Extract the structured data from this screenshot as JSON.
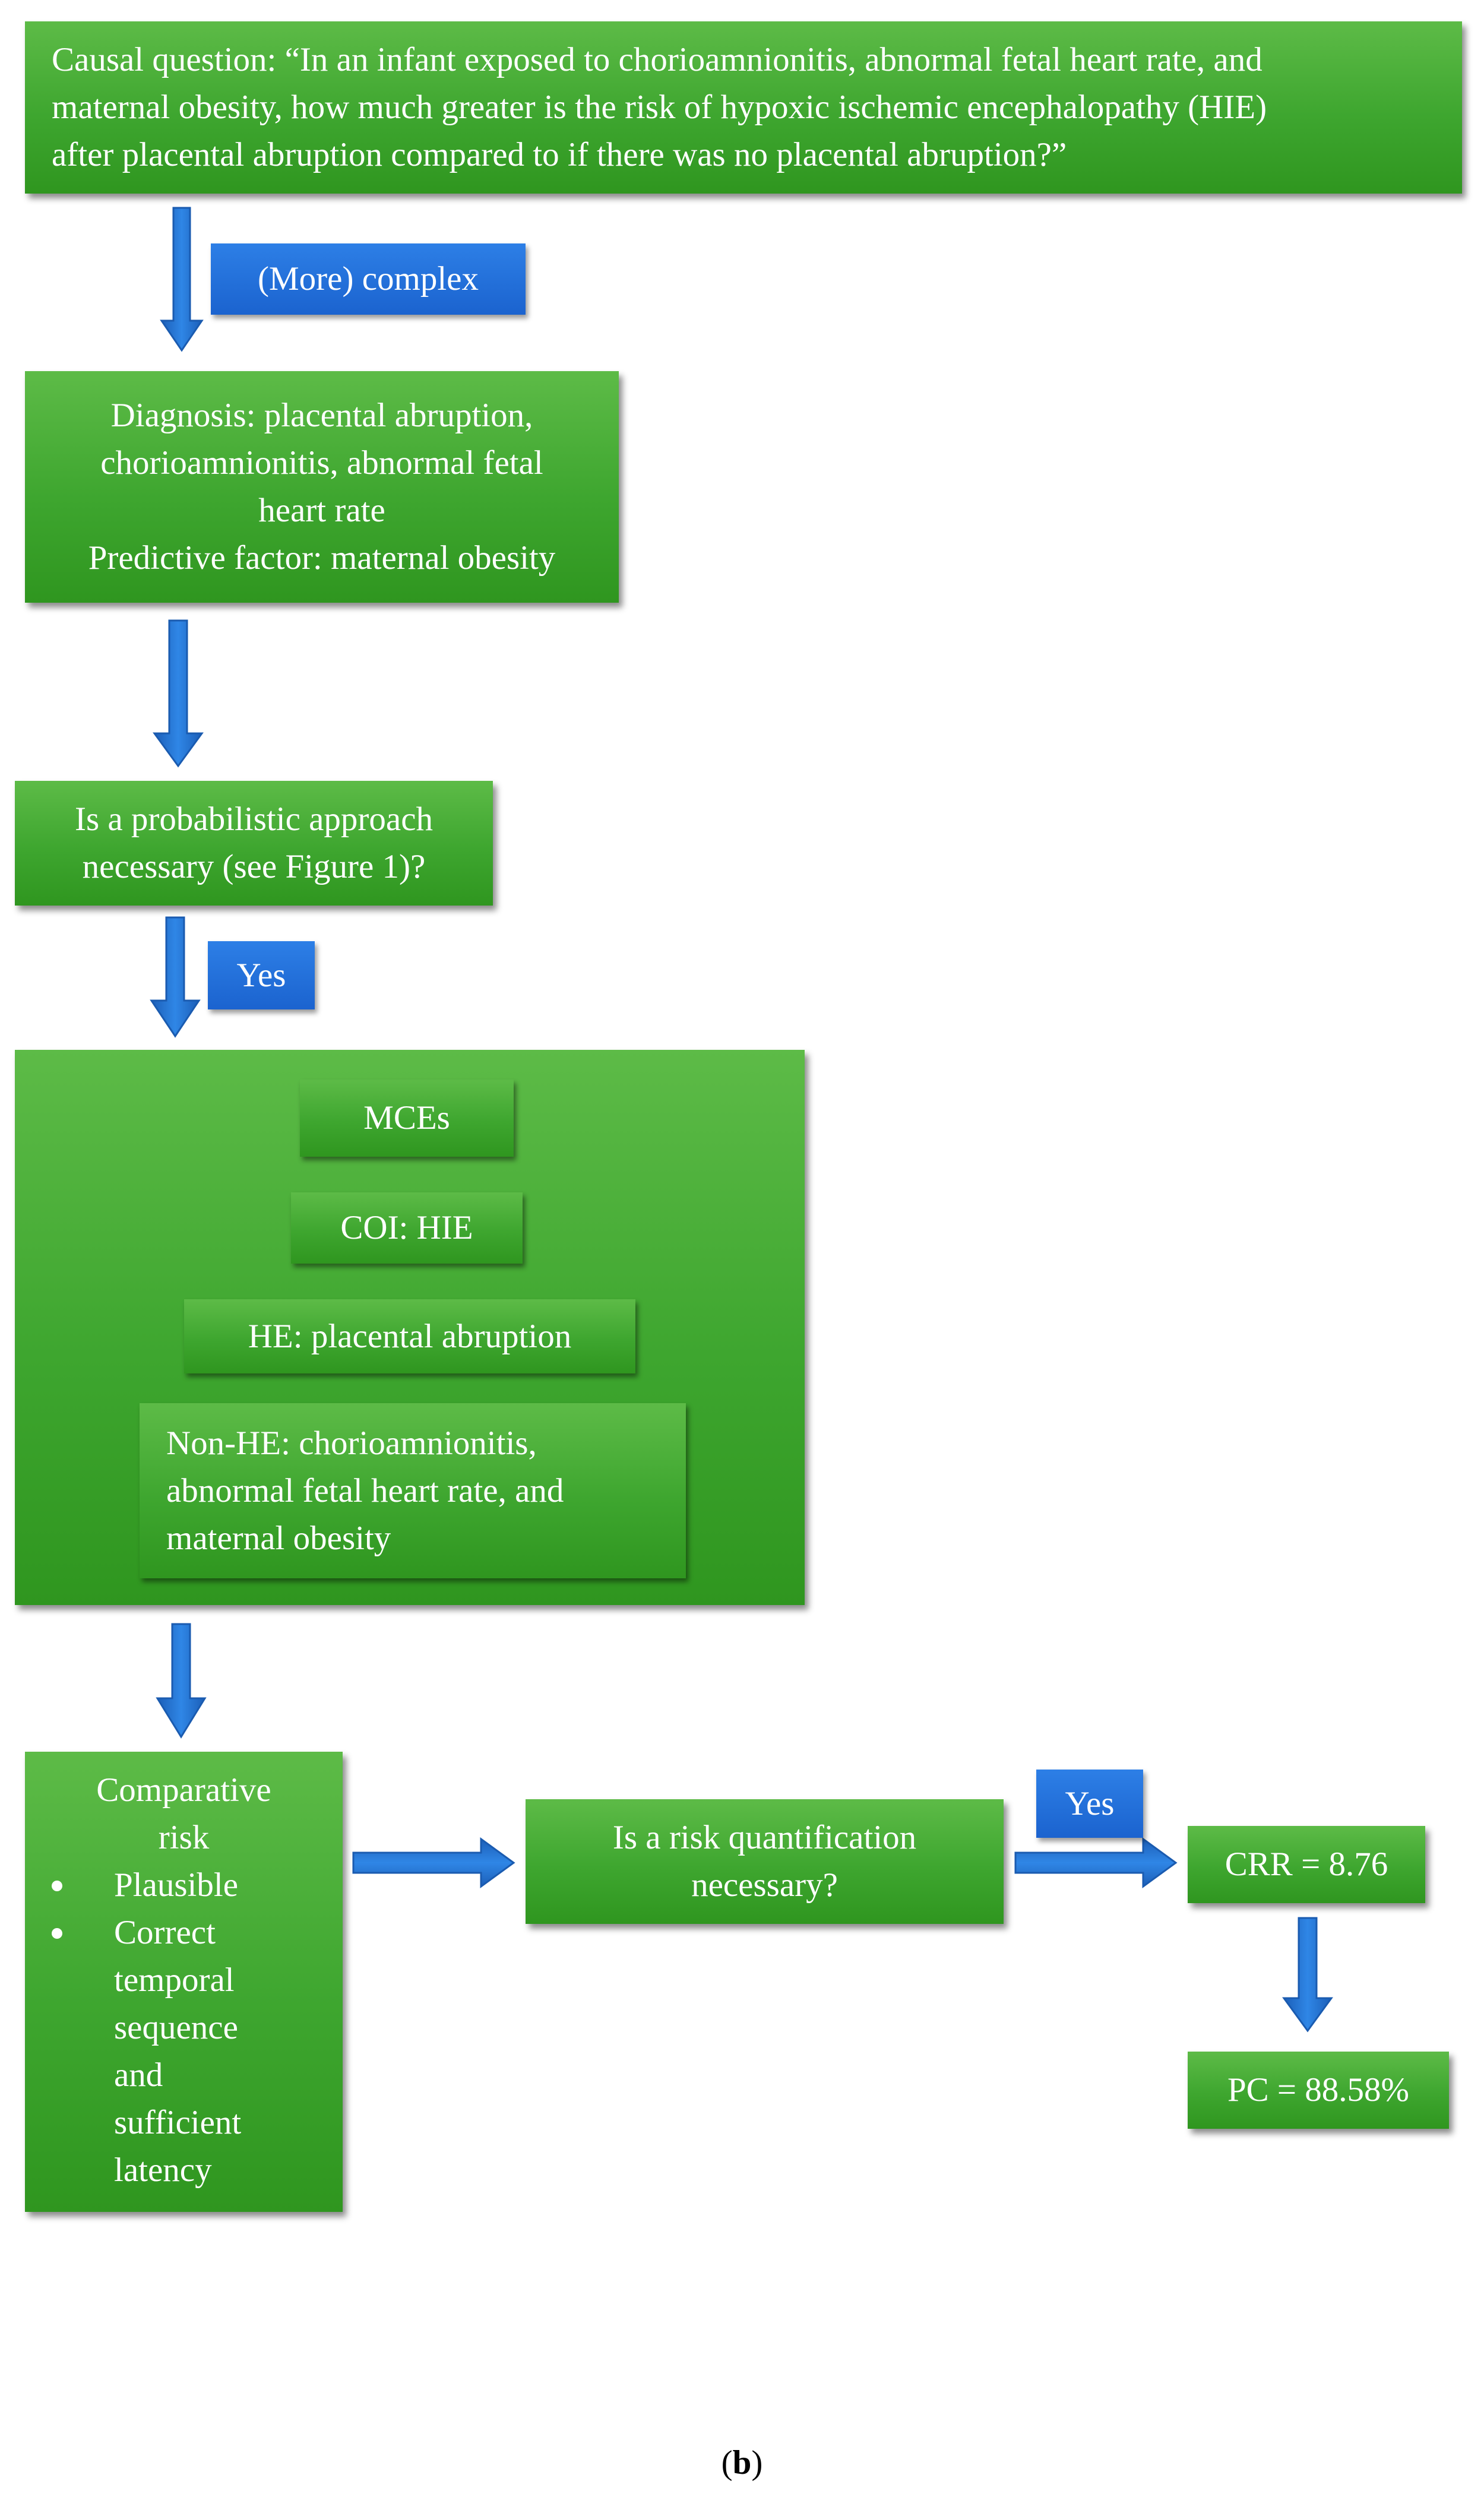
{
  "question": {
    "line1": "Causal question: “In an infant exposed to chorioamnionitis, abnormal fetal heart rate, and",
    "line2": "maternal obesity, how much greater is the risk of hypoxic ischemic encephalopathy (HIE)",
    "line3": "after placental abruption compared to if there was no placental abruption?”"
  },
  "label_complex": "(More) complex",
  "diagnosis": {
    "line1": "Diagnosis: placental abruption,",
    "line2": "chorioamnionitis, abnormal fetal",
    "line3": "heart rate",
    "line4": "Predictive factor: maternal obesity"
  },
  "probabilistic": {
    "line1": "Is a probabilistic approach",
    "line2": "necessary (see Figure 1)?"
  },
  "label_yes_1": "Yes",
  "group": {
    "mces": "MCEs",
    "coi": "COI: HIE",
    "he": "HE: placental abruption",
    "non_he_line1": "Non-HE: chorioamnionitis,",
    "non_he_line2": "abnormal fetal heart rate, and",
    "non_he_line3": "maternal obesity"
  },
  "comparative": {
    "title1": "Comparative",
    "title2": "risk",
    "bullet1": "Plausible",
    "bullet2_lines": [
      "Correct",
      "temporal",
      "sequence",
      "and",
      "sufficient",
      "latency"
    ]
  },
  "risk_quant": {
    "line1": "Is a risk quantification",
    "line2": "necessary?"
  },
  "label_yes_2": "Yes",
  "crr": "CRR = 8.76",
  "pc": "PC = 88.58%",
  "caption": {
    "open": "(",
    "letter": "b",
    "close": ")"
  },
  "colors": {
    "node_green": "#3ea62f",
    "label_blue": "#1b63cf",
    "arrow_blue": "#1f6fc9"
  }
}
